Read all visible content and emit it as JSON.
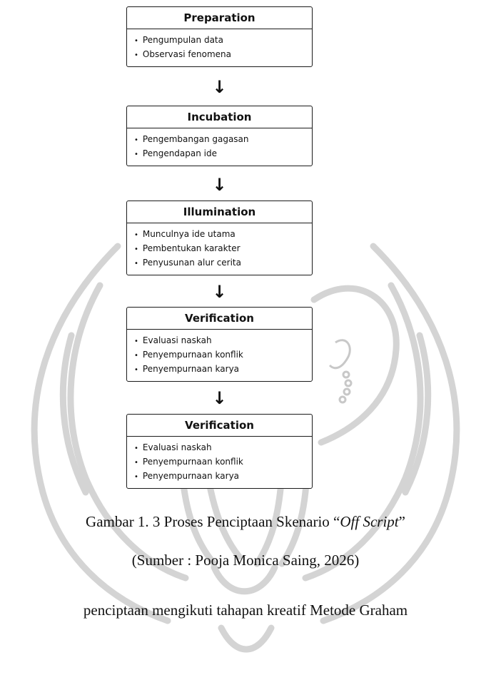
{
  "diagram": {
    "stages": [
      {
        "title": "Preparation",
        "items": [
          "Pengumpulan data",
          "Observasi fenomena"
        ]
      },
      {
        "title": "Incubation",
        "items": [
          "Pengembangan gagasan",
          "Pengendapan ide"
        ]
      },
      {
        "title": "Illumination",
        "items": [
          "Munculnya ide utama",
          "Pembentukan karakter",
          "Penyusunan alur cerita"
        ]
      },
      {
        "title": "Verification",
        "items": [
          "Evaluasi naskah",
          "Penyempurnaan konflik",
          "Penyempurnaan karya"
        ]
      },
      {
        "title": "Verification",
        "items": [
          "Evaluasi naskah",
          "Penyempurnaan konflik",
          "Penyempurnaan karya"
        ]
      }
    ],
    "arrow_glyph": "↓"
  },
  "caption": {
    "prefix": "Gambar 1. 3 Proses Penciptaan Skenario “",
    "italic": "Off Script",
    "suffix": "”",
    "source": "(Sumber : Pooja Monica Saing, 2026)"
  },
  "body_text": "penciptaan mengikuti tahapan kreatif Metode Graham"
}
